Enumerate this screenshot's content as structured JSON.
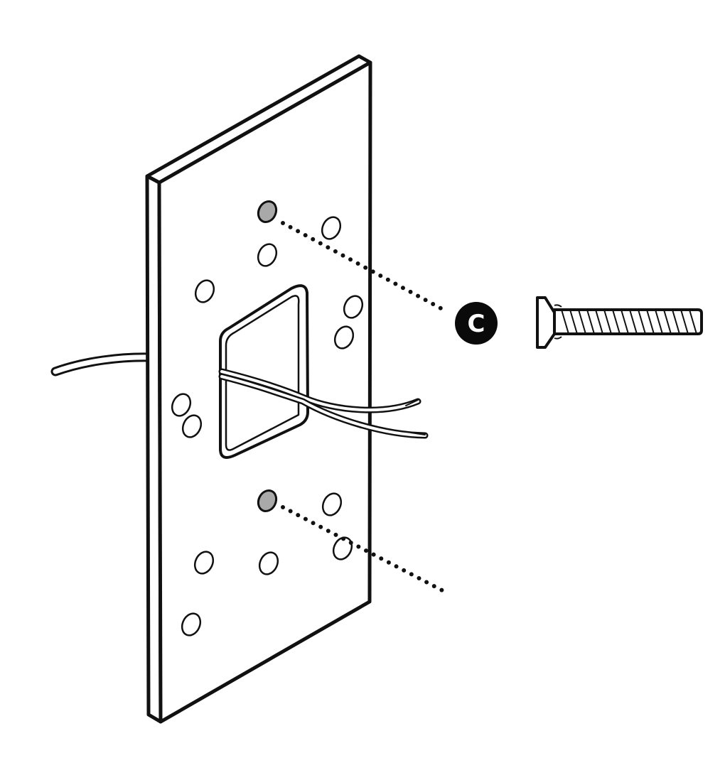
{
  "diagram": {
    "callout": {
      "label": "C"
    },
    "colors": {
      "stroke": "#111111",
      "plate_face": "#ffffff",
      "screw_hole_fill": "#a9a9a9",
      "callout_fill": "#0a0a0a",
      "callout_text": "#ffffff"
    },
    "icons": {
      "plate": "mounting-plate",
      "screw": "countersunk-screw",
      "cable": "two-wire-cable"
    },
    "dotted_guides": 2,
    "active_screw_holes": 2
  }
}
